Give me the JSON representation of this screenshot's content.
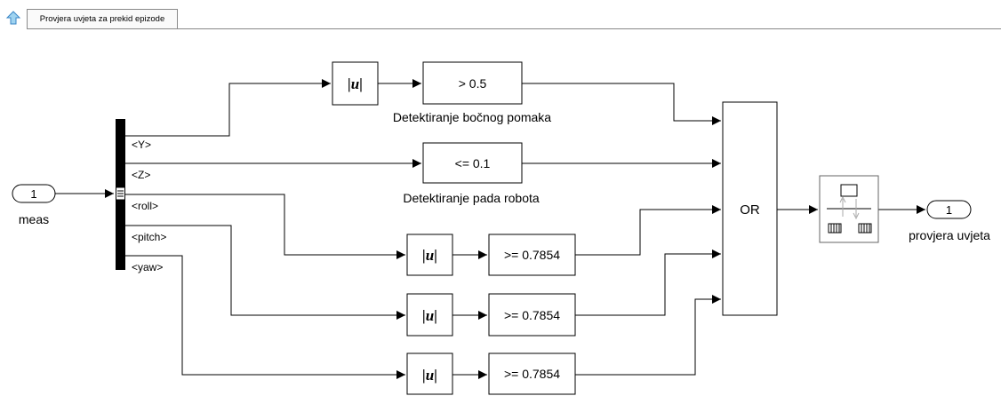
{
  "toolbar": {
    "up_icon": "up-arrow-icon",
    "tab_label": "Provjera uvjeta za prekid epizode"
  },
  "diagram": {
    "inport": {
      "number": "1",
      "label": "meas"
    },
    "outport": {
      "number": "1",
      "label": "provjera uvjeta"
    },
    "bus_signals": [
      "<Y>",
      "<Z>",
      "<roll>",
      "<pitch>",
      "<yaw>"
    ],
    "abs_label": "|u|",
    "compare_blocks": {
      "y": {
        "value": "> 0.5",
        "caption": "Detektiranje bočnog pomaka"
      },
      "z": {
        "value": "<= 0.1",
        "caption": "Detektiranje pada robota"
      },
      "roll": {
        "value": ">= 0.7854"
      },
      "pitch": {
        "value": ">= 0.7854"
      },
      "yaw": {
        "value": ">= 0.7854"
      }
    },
    "logic_operator": "OR",
    "stop_block_icon": "stop-simulation-icon",
    "colors": {
      "lines": "#000000",
      "bus_bar": "#000000",
      "background": "#ffffff"
    }
  }
}
